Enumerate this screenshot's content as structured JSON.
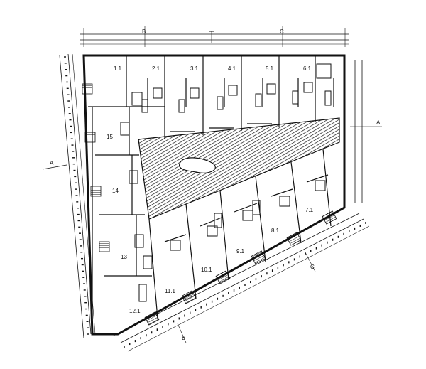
{
  "plan": {
    "unit_labels": [
      "1.1",
      "2.1",
      "3.1",
      "4.1",
      "5.1",
      "6.1",
      "15",
      "14",
      "13",
      "12.1",
      "11.1",
      "10.1",
      "9.1",
      "8.1",
      "7.1"
    ],
    "axis_labels": {
      "top_left": "B",
      "top_right": "C",
      "right": "A",
      "left": "A",
      "bottom_left": "B",
      "bottom_right": "C"
    },
    "top_dimension": "—"
  }
}
